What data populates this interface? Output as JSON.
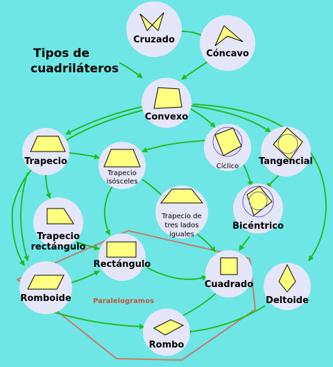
{
  "title_line1": "Tipos de",
  "title_line2": "cuadriláteros",
  "parallelograms_label": "Paralelogramos",
  "colors": {
    "background": "#6ee6e6",
    "node_fill": "#e6e6fa",
    "shape_fill": "#ffff80",
    "arrow": "#22bb22",
    "parallelogram_region": "#c87a66"
  },
  "nodes": {
    "cruzado": "Cruzado",
    "concavo": "Cóncavo",
    "convexo": "Convexo",
    "trapecio": "Trapecio",
    "trapecio_isosceles_1": "Trapecio",
    "trapecio_isosceles_2": "isósceles",
    "ciclico": "Cíclico",
    "tangencial": "Tangencial",
    "trapecio_rect_1": "Trapecio",
    "trapecio_rect_2": "rectángulo",
    "trapecio_tres_1": "Trapecio de",
    "trapecio_tres_2": "tres lados",
    "trapecio_tres_3": "iguales",
    "bicentrico": "Bicéntrico",
    "rectangulo": "Rectángulo",
    "romboide": "Romboide",
    "cuadrado": "Cuadrado",
    "deltoide": "Deltoide",
    "rombo": "Rombo"
  }
}
